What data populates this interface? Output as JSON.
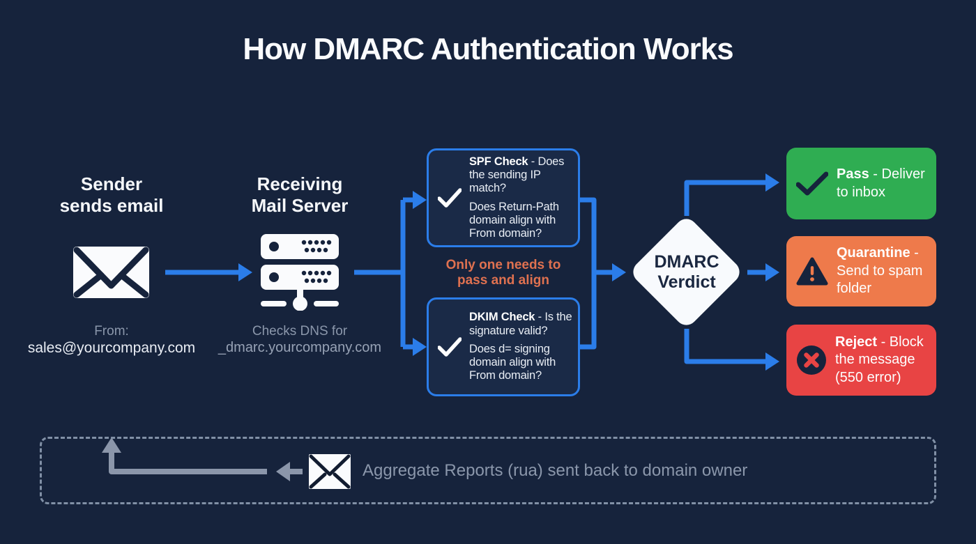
{
  "title": "How DMARC Authentication Works",
  "colors": {
    "background": "#16233C",
    "accent_blue": "#2B7DE9",
    "pass_green": "#2FAD52",
    "quarantine_orange": "#EE7A4B",
    "reject_red": "#E84444",
    "note_orange": "#DF7150",
    "muted_gray": "#8B97AB",
    "panel_navy": "#1A2A47"
  },
  "sender": {
    "icon": "envelope-icon",
    "label_line1": "Sender",
    "label_line2": "sends email",
    "from_label": "From:",
    "from_address": "sales@yourcompany.com"
  },
  "receiver": {
    "icon": "server-icon",
    "label_line1": "Receiving",
    "label_line2": "Mail Server",
    "caption_line1": "Checks DNS for",
    "caption_line2": "_dmarc.yourcompany.com"
  },
  "checks": {
    "note_line1": "Only one needs to",
    "note_line2": "pass and align",
    "spf": {
      "icon": "check-icon",
      "name": "SPF Check",
      "question": "- Does the sending IP match?",
      "detail": "Does Return-Path domain align with From domain?"
    },
    "dkim": {
      "icon": "check-icon",
      "name": "DKIM Check",
      "question": "- Is the signature valid?",
      "detail": "Does d= signing domain align with From domain?"
    }
  },
  "verdict": {
    "line1": "DMARC",
    "line2": "Verdict"
  },
  "outcomes": [
    {
      "name": "Pass",
      "description": "- Deliver to inbox",
      "icon": "check-icon",
      "color": "#2FAD52"
    },
    {
      "name": "Quarantine",
      "description": "- Send to spam folder",
      "icon": "warning-icon",
      "color": "#EE7A4B"
    },
    {
      "name": "Reject",
      "description": "- Block the message (550 error)",
      "icon": "x-circle-icon",
      "color": "#E84444"
    }
  ],
  "feedback": {
    "icon": "envelope-icon",
    "text": "Aggregate Reports (rua) sent back to domain owner"
  }
}
